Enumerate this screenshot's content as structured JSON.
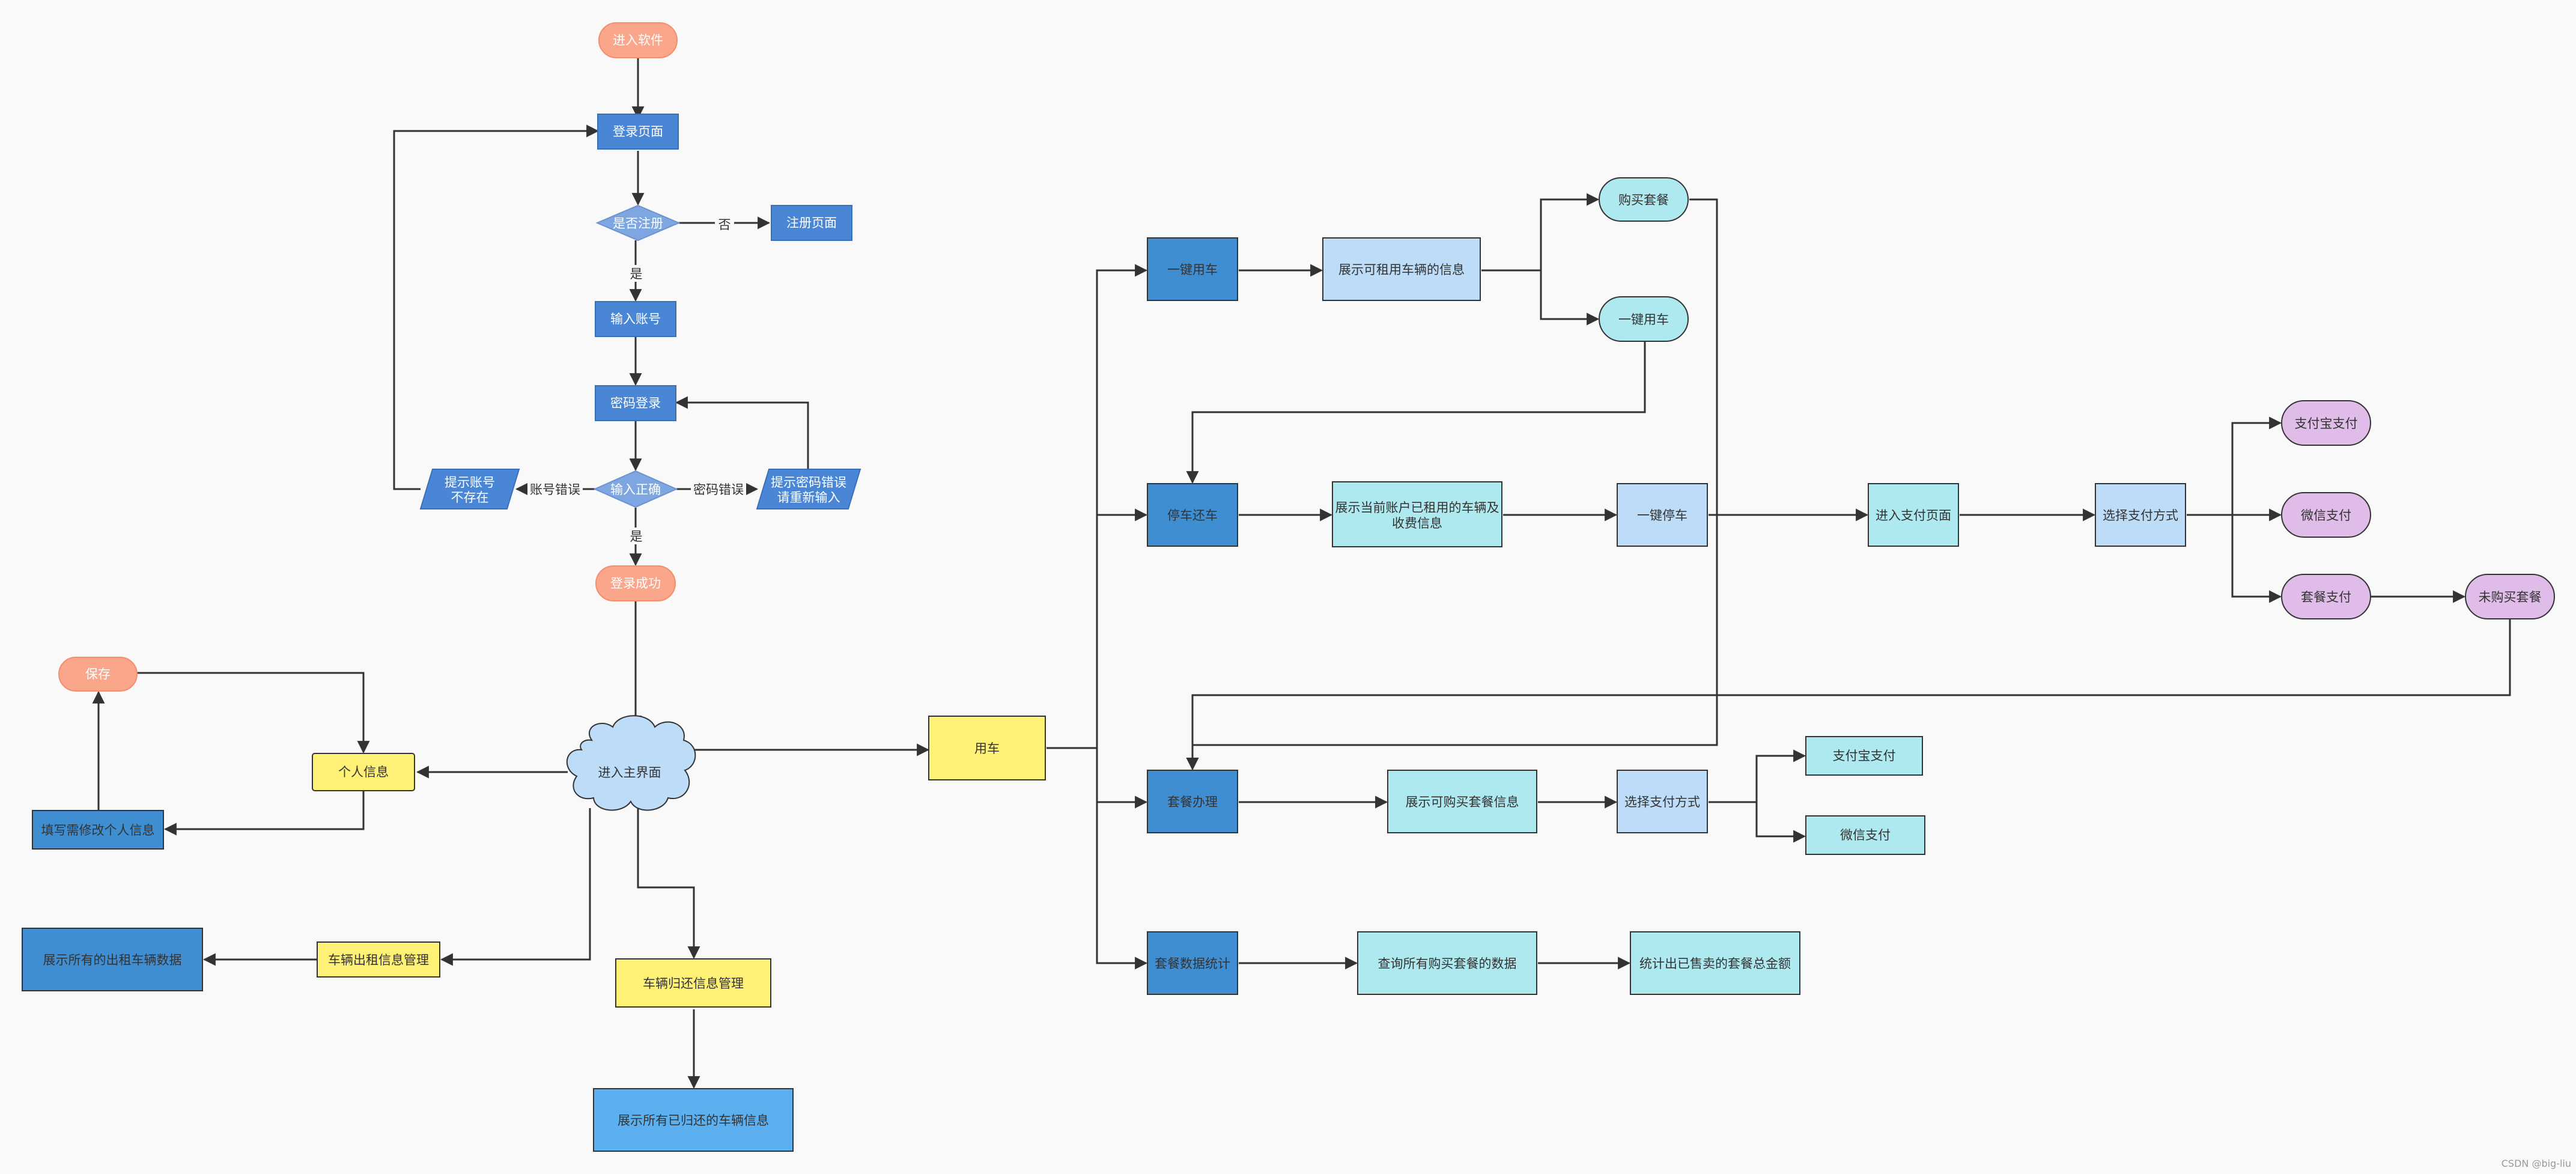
{
  "colors": {
    "background": "#f9f9f9",
    "terminal": "#f9a68a",
    "process_blue": "#4a86d6",
    "decision": "#7ea6e0",
    "dark_blue": "#3f8ed2",
    "light_blue": "#bcdcf7",
    "cyan": "#aee9f0",
    "yellow": "#fff176",
    "purple": "#e0bde9",
    "sky_blue": "#5cb0ef",
    "edge": "#333333"
  },
  "nodes": {
    "start": "进入软件",
    "login_page": "登录页面",
    "is_registered": "是否注册",
    "register_page": "注册页面",
    "input_account": "输入账号",
    "password_login": "密码登录",
    "input_correct": "输入正确",
    "account_not_exist": [
      "提示账号",
      "不存在"
    ],
    "password_wrong": [
      "提示密码错误",
      "请重新输入"
    ],
    "login_success": "登录成功",
    "main_interface": "进入主界面",
    "personal_info": "个人信息",
    "save": "保存",
    "edit_personal_info": "填写需修改个人信息",
    "rent_info_mgmt": "车辆出租信息管理",
    "show_rented": "展示所有的出租车辆数据",
    "return_info_mgmt": "车辆归还信息管理",
    "show_returned": "展示所有已归还的车辆信息",
    "use_car": "用车",
    "one_click_use": "一键用车",
    "show_rentable": "展示可租用车辆的信息",
    "buy_package_top": "购买套餐",
    "one_click_use_2": "一键用车",
    "stop_car": "停车还车",
    "show_rented_fees": [
      "展示当前账户已租用的车辆及",
      "收费信息"
    ],
    "one_click_park": "一键停车",
    "enter_payment": "进入支付页面",
    "choose_payment": "选择支付方式",
    "alipay": "支付宝支付",
    "wechat_pay": "微信支付",
    "package_pay": "套餐支付",
    "not_bought": "未购买套餐",
    "package_handle": "套餐办理",
    "show_packages": "展示可购买套餐信息",
    "choose_payment_2": "选择支付方式",
    "alipay_2": "支付宝支付",
    "wechat_pay_2": "微信支付",
    "package_stats": "套餐数据统计",
    "query_packages": "查询所有购买套餐的数据",
    "total_sold": "统计出已售卖的套餐总金额"
  },
  "edge_labels": {
    "no": "否",
    "yes": "是",
    "yes_2": "是",
    "account_error": "账号错误",
    "password_error": "密码错误"
  },
  "watermark": "CSDN @big-liu"
}
